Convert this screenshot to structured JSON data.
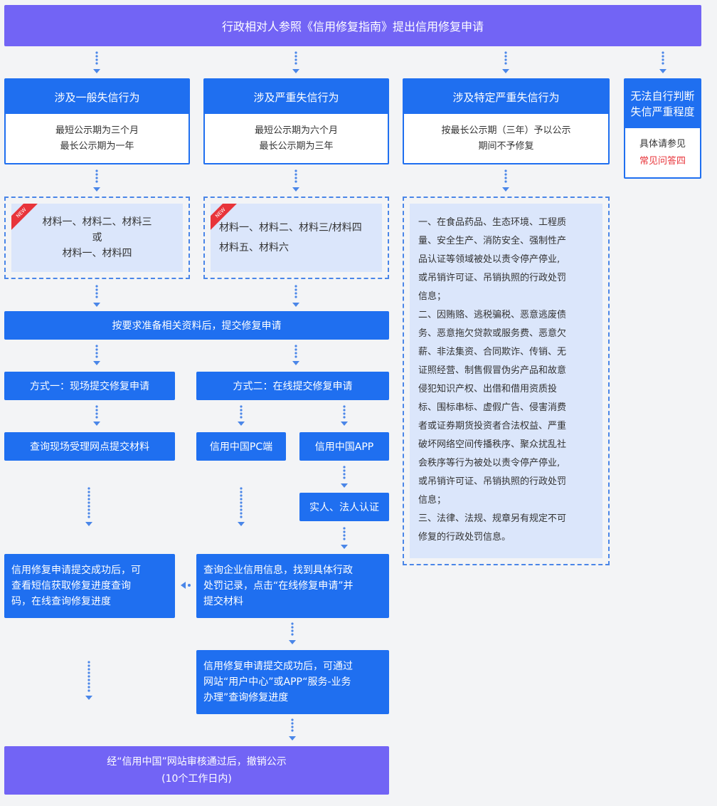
{
  "top_title": "行政相对人参照《信用修复指南》提出信用修复申请",
  "cards": [
    {
      "title": "涉及一般失信行为",
      "lines": [
        "最短公示期为三个月",
        "最长公示期为一年"
      ]
    },
    {
      "title": "涉及严重失信行为",
      "lines": [
        "最短公示期为六个月",
        "最长公示期为三年"
      ]
    },
    {
      "title": "涉及特定严重失信行为",
      "lines": [
        "按最长公示期（三年）予以公示",
        "期间不予修复"
      ]
    }
  ],
  "side_card": {
    "title_l1": "无法自行判断",
    "title_l2": "失信严重程度",
    "line1": "具体请参见",
    "line2": "常见问答四"
  },
  "badge": "NEW",
  "materials": [
    {
      "l1": "材料一、材料二、材料三",
      "l2": "或",
      "l3": "材料一、材料四"
    },
    {
      "l1": "材料一、材料二、材料三/材料四",
      "l2": "材料五、材料六"
    }
  ],
  "special_list": [
    "一、在食品药品、生态环境、工程质",
    "量、安全生产、消防安全、强制性产",
    "品认证等领域被处以责令停产停业,",
    "或吊销许可证、吊销执照的行政处罚",
    "信息；",
    "二、因贿赂、逃税骗税、恶意逃废债",
    "务、恶意拖欠贷款或服务费、恶意欠",
    "薪、非法集资、合同欺诈、传销、无",
    "证照经营、制售假冒伪劣产品和故意",
    "侵犯知识产权、出借和借用资质投",
    "标、围标串标、虚假广告、侵害消费",
    "者或证券期货投资者合法权益、严重",
    "破坏网络空间传播秩序、聚众扰乱社",
    "会秩序等行为被处以责令停产停业,",
    "或吊销许可证、吊销执照的行政处罚",
    "信息；",
    "三、法律、法规、规章另有规定不可",
    "修复的行政处罚信息。"
  ],
  "prepare": "按要求准备相关资料后，提交修复申请",
  "method1": "方式一：现场提交修复申请",
  "method2": "方式二：在线提交修复申请",
  "query_site": "查询现场受理网点提交材料",
  "pc": "信用中国PC端",
  "app": "信用中国APP",
  "auth": "实人、法人认证",
  "left_result": [
    "信用修复申请提交成功后，可",
    "查看短信获取修复进度查询",
    "码，在线查询修复进度"
  ],
  "query_enterprise": [
    "查询企业信用信息，找到具体行政",
    "处罚记录，点击“在线修复申请”并",
    "提交材料"
  ],
  "submit_success": [
    "信用修复申请提交成功后，可通过",
    "网站“用户中心”或APP“服务-业务",
    "办理”查询修复进度"
  ],
  "final_l1": "经“信用中国”网站审核通过后，撤销公示",
  "final_l2": "(10个工作日内)",
  "colors": {
    "purple": "#7264f5",
    "blue": "#1f6ff0",
    "light_blue": "#dbe6fb",
    "red": "#e8343a",
    "background": "#f3f4f6"
  }
}
